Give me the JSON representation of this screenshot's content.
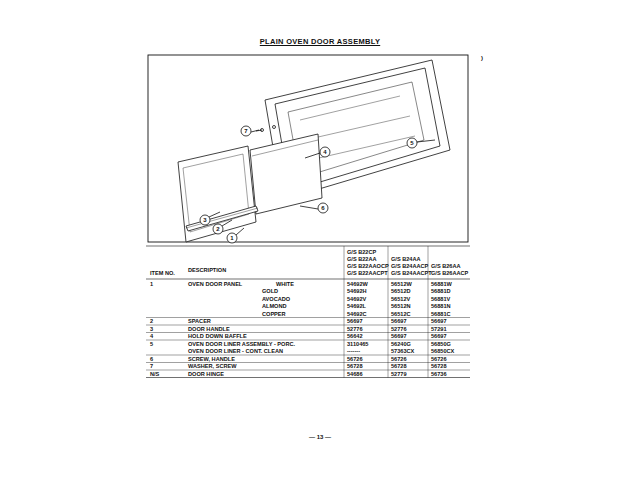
{
  "diagram": {
    "title": "PLAIN OVEN DOOR ASSEMBLY",
    "caption": "— 13 —",
    "labels": [
      ")",
      "7",
      "4",
      "5",
      "3",
      "2",
      "1",
      "6",
      "ITEM NO.",
      "DESCRIPTION",
      "G/S B22CP",
      "G/S B22AA",
      "G/S B22AAOCP",
      "G/S B22AACPT",
      "G/S B24AA",
      "G/S B24AACP",
      "G/S B24AACPT",
      "G/S B26AA",
      "G/S B26AACP",
      "1",
      "OVEN DOOR PANEL",
      "WHITE",
      "54692W",
      "56512W",
      "56881W",
      "GOLD",
      "54692H",
      "56512D",
      "56881D",
      "AVOCADO",
      "54692V",
      "56512V",
      "56881V",
      "ALMOND",
      "54692L",
      "56512N",
      "56881N",
      "COPPER",
      "54692C",
      "56512C",
      "56881C",
      "2",
      "SPACER",
      "56697",
      "56697",
      "56697",
      "3",
      "DOOR HANDLE",
      "52776",
      "52776",
      "57291",
      "4",
      "HOLD DOWN BAFFLE",
      "56642",
      "56697",
      "56697",
      "5",
      "OVEN DOOR LINER ASSEMBLY - PORC.",
      "3110465",
      "56240G",
      "56850G",
      "OVEN DOOR LINER - CONT. CLEAN",
      "-------",
      "57363CX",
      "56850CX",
      "6",
      "SCREW, HANDLE",
      "56726",
      "56726",
      "56726",
      "7",
      "WASHER, SCREW",
      "56728",
      "56728",
      "56728",
      "N/S",
      "DOOR HINGE",
      "54686",
      "52779",
      "56736"
    ]
  }
}
